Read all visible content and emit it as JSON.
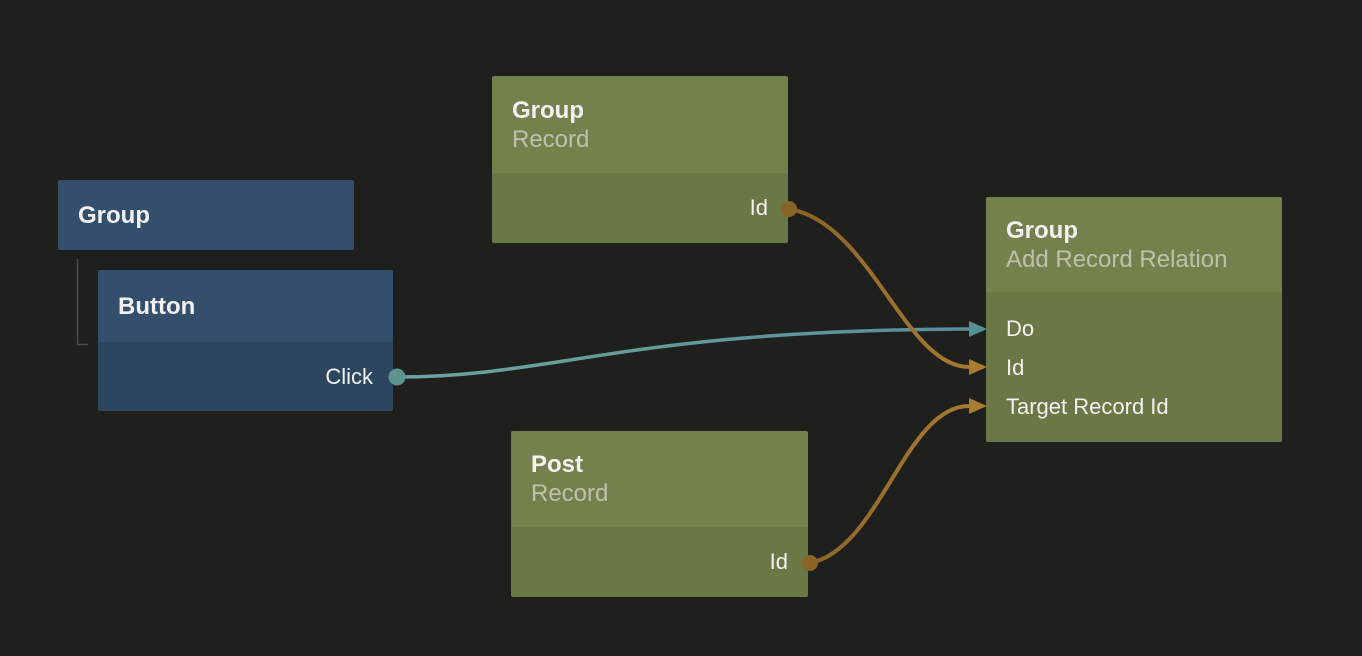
{
  "canvas": {
    "background_color": "#1f1f1e"
  },
  "palette": {
    "green_node_header": "#73814d",
    "green_node_body": "#6a7845",
    "blue_node_header": "#344f6b",
    "blue_node_body": "#2d465f",
    "teal_port": "#5e938e",
    "teal_wire_end": "#578f96",
    "orange_port": "#8a6426",
    "orange_wire_end": "#aa7c31",
    "hierarchy_line": "#4b4b49",
    "title_text": "#f2f2f2"
  },
  "nodes": {
    "group_record": {
      "title": "Group",
      "subtitle": "Record",
      "outputs": {
        "id": "Id"
      }
    },
    "group_container": {
      "title": "Group"
    },
    "button": {
      "title": "Button",
      "outputs": {
        "click": "Click"
      }
    },
    "post_record": {
      "title": "Post",
      "subtitle": "Record",
      "outputs": {
        "id": "Id"
      }
    },
    "add_record_relation": {
      "title": "Group",
      "subtitle": "Add Record Relation",
      "inputs": {
        "do": "Do",
        "id": "Id",
        "target_record_id": "Target Record Id"
      }
    }
  },
  "edges": [
    {
      "from_node": "Button",
      "from_port": "Click",
      "to_node": "Group (Add Record Relation)",
      "to_port": "Do",
      "color": "#5e938e"
    },
    {
      "from_node": "Group (Record)",
      "from_port": "Id",
      "to_node": "Group (Add Record Relation)",
      "to_port": "Id",
      "color": "#8a6426"
    },
    {
      "from_node": "Post (Record)",
      "from_port": "Id",
      "to_node": "Group (Add Record Relation)",
      "to_port": "Target Record Id",
      "color": "#8a6426"
    }
  ],
  "hierarchy": [
    {
      "parent": "Group",
      "child": "Button"
    }
  ]
}
